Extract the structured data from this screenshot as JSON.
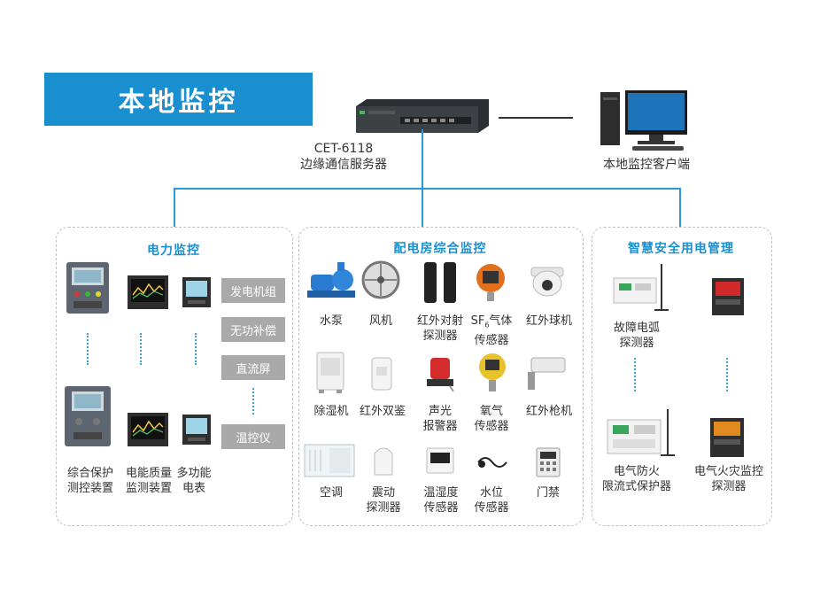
{
  "banner": {
    "title": "本地监控"
  },
  "server": {
    "model": "CET-6118",
    "name": "边缘通信服务器"
  },
  "client": {
    "name": "本地监控客户端"
  },
  "panels": {
    "power": {
      "title": "电力监控",
      "boxes": [
        "发电机组",
        "无功补偿",
        "直流屏",
        "温控仪"
      ],
      "devices": [
        {
          "line1": "综合保护",
          "line2": "测控装置"
        },
        {
          "line1": "电能质量",
          "line2": "监测装置"
        },
        {
          "line1": "多功能",
          "line2": "电表"
        }
      ]
    },
    "room": {
      "title": "配电房综合监控",
      "items": [
        {
          "line1": "水泵",
          "line2": ""
        },
        {
          "line1": "风机",
          "line2": ""
        },
        {
          "line1": "红外对射",
          "line2": "探测器"
        },
        {
          "line1": "SF",
          "sub": "6",
          "line1b": "气体",
          "line2": "传感器"
        },
        {
          "line1": "红外球机",
          "line2": ""
        },
        {
          "line1": "除湿机",
          "line2": ""
        },
        {
          "line1": "红外双鉴",
          "line2": ""
        },
        {
          "line1": "声光",
          "line2": "报警器"
        },
        {
          "line1": "氧气",
          "line2": "传感器"
        },
        {
          "line1": "红外枪机",
          "line2": ""
        },
        {
          "line1": "空调",
          "line2": ""
        },
        {
          "line1": "震动",
          "line2": "探测器"
        },
        {
          "line1": "温湿度",
          "line2": "传感器"
        },
        {
          "line1": "水位",
          "line2": "传感器"
        },
        {
          "line1": "门禁",
          "line2": ""
        }
      ]
    },
    "safety": {
      "title": "智慧安全用电管理",
      "items": [
        {
          "line1": "故障电弧",
          "line2": "探测器"
        },
        {
          "line1": "电气防火",
          "line2": "限流式保护器"
        },
        {
          "line1": "电气火灾监控",
          "line2": "探测器"
        }
      ]
    }
  },
  "colors": {
    "accent": "#1a8fd0",
    "line": "#2a9bd8",
    "box": "#a9a9a9"
  }
}
